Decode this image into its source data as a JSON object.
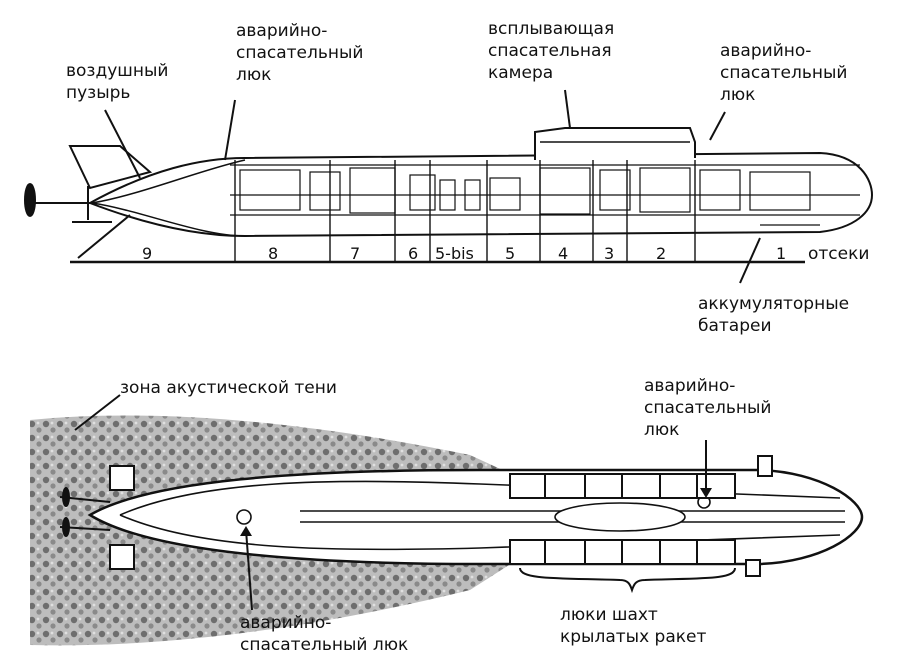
{
  "labels": {
    "air_bubble": "воздушный\nпузырь",
    "escape_hatch_aft": "аварийно-\nспасательный\nлюк",
    "rescue_chamber": "всплывающая\nспасательная\nкамера",
    "escape_hatch_fwd": "аварийно-\nспасательный\nлюк",
    "compartments_word": "отсеки",
    "batteries": "аккумуляторные\nбатареи",
    "acoustic_shadow": "зона акустической тени",
    "escape_hatch_plan_right": "аварийно-\nспасательный\nлюк",
    "escape_hatch_plan_bottom": "аварийно-\nспасательный люк",
    "missile_hatches": "люки шахт\nкрылатых ракет"
  },
  "compartments": [
    "9",
    "8",
    "7",
    "6",
    "5-bis",
    "5",
    "4",
    "3",
    "2",
    "1"
  ]
}
